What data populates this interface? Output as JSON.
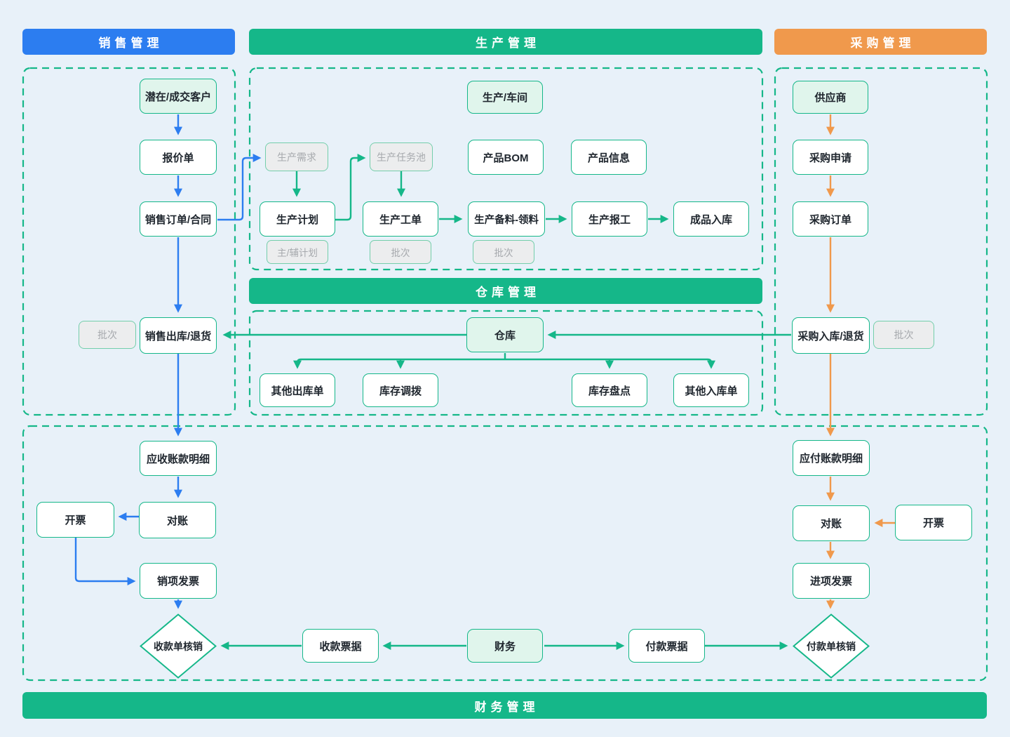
{
  "colors": {
    "sales_accent": "#2C7DF0",
    "process_accent": "#15B789",
    "purchase_accent": "#F0994C",
    "mint_fill": "#E0F5EC",
    "ghost_fill": "#ECEDEE",
    "canvas_bg": "#E8F1F9"
  },
  "headers": {
    "sales": "销售管理",
    "production": "生产管理",
    "purchase": "采购管理",
    "warehouse": "仓库管理",
    "finance": "财务管理"
  },
  "nodes": {
    "potential_customer": "潜在/成交客户",
    "quotation": "报价单",
    "sales_order": "销售订单/合同",
    "batch": "批次",
    "sales_outbound": "销售出库/退货",
    "production_workshop": "生产/车间",
    "production_demand": "生产需求",
    "production_task_pool": "生产任务池",
    "product_bom": "产品BOM",
    "product_info": "产品信息",
    "production_plan": "生产计划",
    "main_aux_plan": "主/辅计划",
    "production_work_order": "生产工单",
    "production_material": "生产备料-领料",
    "production_report": "生产报工",
    "finished_inbound": "成品入库",
    "warehouse": "仓库",
    "other_outbound": "其他出库单",
    "inventory_transfer": "库存调拨",
    "inventory_count": "库存盘点",
    "other_inbound": "其他入库单",
    "supplier": "供应商",
    "purchase_request": "采购申请",
    "purchase_order": "采购订单",
    "purchase_inbound": "采购入库/退货",
    "receivable_detail": "应收账款明细",
    "reconciliation": "对账",
    "invoicing": "开票",
    "sales_invoice": "销项发票",
    "receipt_writeoff": "收款单核销",
    "receipt_note": "收款票据",
    "finance": "财务",
    "payment_note": "付款票据",
    "payable_detail": "应付账款明细",
    "input_invoice": "进项发票",
    "payment_writeoff": "付款单核销"
  }
}
